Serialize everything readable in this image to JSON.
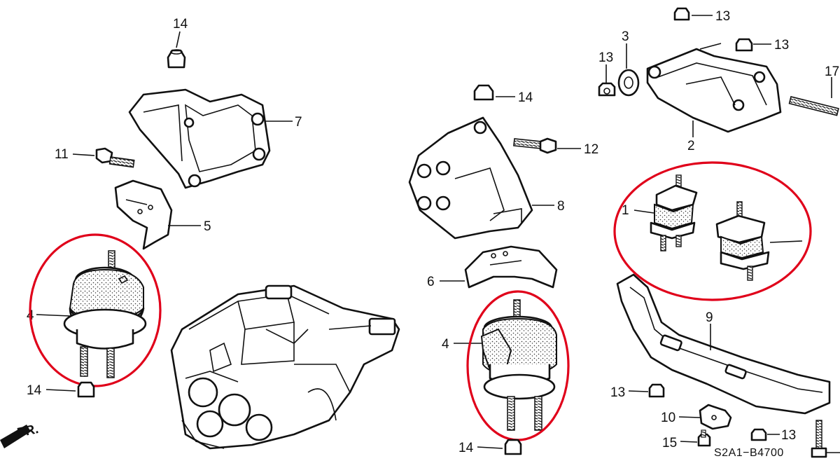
{
  "diagram": {
    "code": "S2A1−B4700",
    "front_marker": "FR.",
    "callouts": {
      "c1": "1",
      "c2": "2",
      "c3": "3",
      "c4_left": "4",
      "c4_center": "4",
      "c5": "5",
      "c6": "6",
      "c7": "7",
      "c8": "8",
      "c9": "9",
      "c10": "10",
      "c11": "11",
      "c12": "12",
      "c13_a": "13",
      "c13_b": "13",
      "c13_c": "13",
      "c13_d": "13",
      "c13_e": "13",
      "c14_a": "14",
      "c14_b": "14",
      "c14_c": "14",
      "c14_d": "14",
      "c15": "15",
      "c17": "17"
    },
    "highlight_color": "#e0001a"
  }
}
